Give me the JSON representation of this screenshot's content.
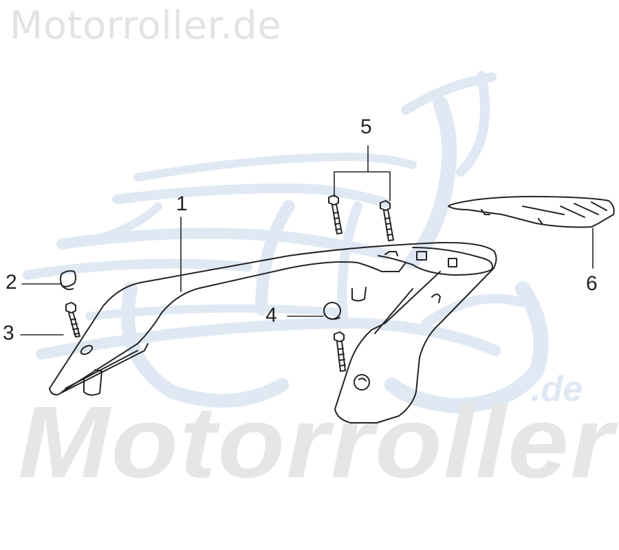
{
  "watermarks": {
    "top_text": "Motorroller.de",
    "big_text": "Motorroller",
    "suffix_text": ".de",
    "logo_color": "#dfe8f3",
    "text_color": "#e3e3e3"
  },
  "diagram": {
    "type": "exploded parts diagram",
    "subject": "Scooter rear grab rail / luggage carrier assembly",
    "line_color": "#222222",
    "callouts": [
      {
        "id": "1",
        "label": "1",
        "part": "grab-rail"
      },
      {
        "id": "2",
        "label": "2",
        "part": "cap"
      },
      {
        "id": "3",
        "label": "3",
        "part": "bolt"
      },
      {
        "id": "4",
        "label": "4",
        "part": "cap"
      },
      {
        "id": "5",
        "label": "5",
        "part": "bolts (x2)"
      },
      {
        "id": "6",
        "label": "6",
        "part": "carrier-plate"
      }
    ]
  }
}
